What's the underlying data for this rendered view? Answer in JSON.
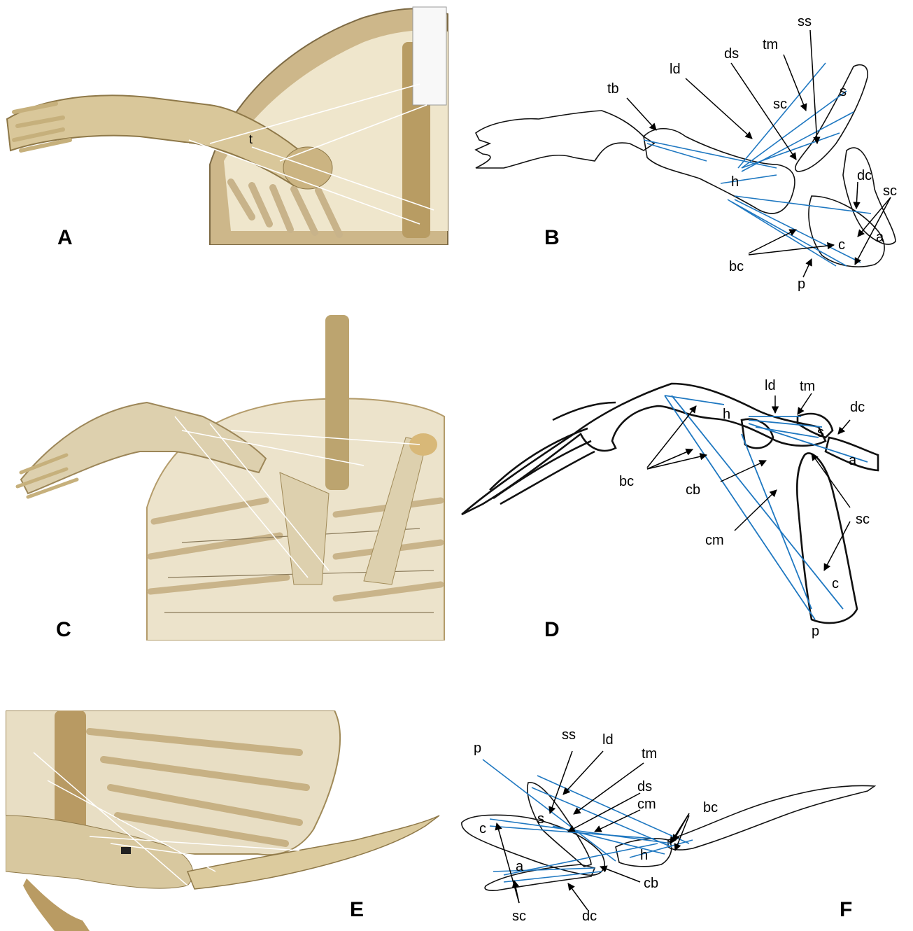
{
  "colors": {
    "muscle_line": "#1f78c1",
    "outline": "#111111",
    "arrow": "#000000",
    "bone": "#e9e0c6",
    "bone_dark": "#b79c5e",
    "shadow": "#6b5a3a"
  },
  "panels": {
    "A": {
      "label": "A",
      "photo_tag": "t"
    },
    "B": {
      "label": "B",
      "bone_labels": {
        "h": "h",
        "s": "s",
        "c": "c",
        "a": "a"
      },
      "annotations": {
        "tb": "tb",
        "ld": "ld",
        "ds": "ds",
        "tm": "tm",
        "ss": "ss",
        "sc_upper": "sc",
        "dc": "dc",
        "sc_right": "sc",
        "bc": "bc",
        "p": "p"
      }
    },
    "C": {
      "label": "C"
    },
    "D": {
      "label": "D",
      "bone_labels": {
        "h": "h",
        "s": "s",
        "a": "a",
        "c": "c"
      },
      "annotations": {
        "ld": "ld",
        "tm": "tm",
        "dc": "dc",
        "sc": "sc",
        "bc": "bc",
        "cb": "cb",
        "cm": "cm",
        "p": "p"
      }
    },
    "E": {
      "label": "E"
    },
    "F": {
      "label": "F",
      "bone_labels": {
        "c": "c",
        "s": "s",
        "a": "a",
        "h": "h"
      },
      "annotations": {
        "p": "p",
        "ss": "ss",
        "ld": "ld",
        "tm": "tm",
        "ds": "ds",
        "cm": "cm",
        "bc": "bc",
        "cb": "cb",
        "sc": "sc",
        "dc": "dc"
      }
    }
  }
}
